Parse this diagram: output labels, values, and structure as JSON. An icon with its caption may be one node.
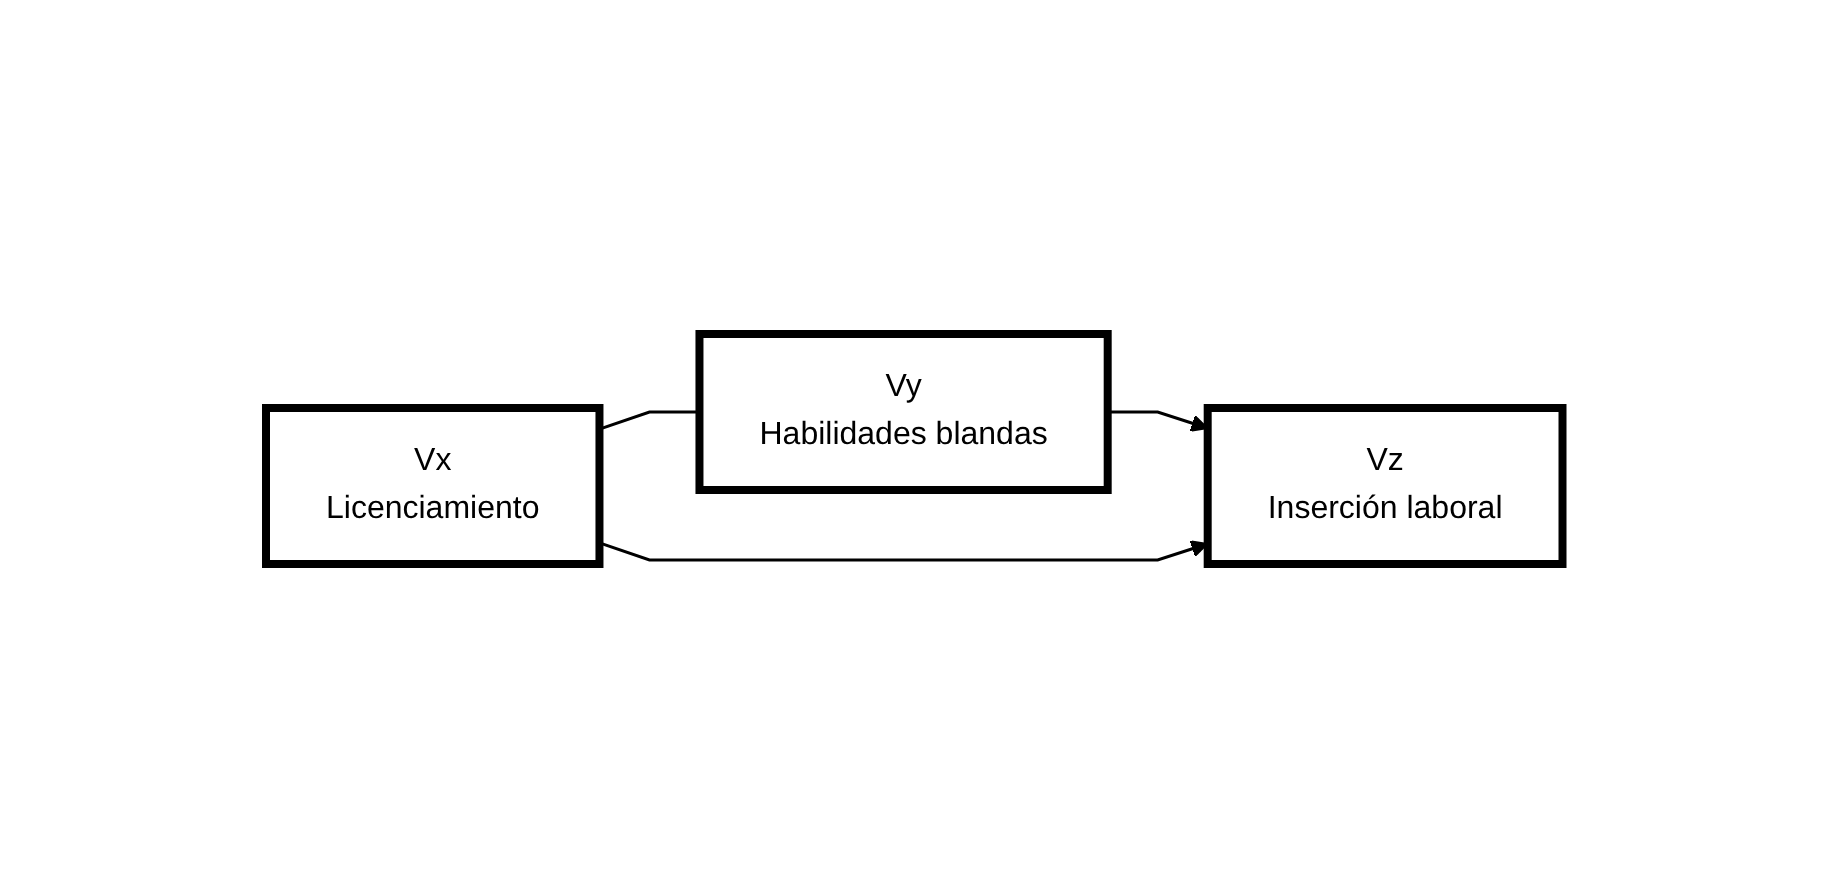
{
  "diagram": {
    "nodes": [
      {
        "text": [
          "Vx",
          "Licenciamiento"
        ]
      },
      {
        "text": [
          "Vy",
          "Habilidades blandas"
        ]
      },
      {
        "text": [
          "Vz",
          "Inserción laboral"
        ]
      }
    ],
    "edges": [
      {
        "from": 0,
        "to": 1,
        "arrow": "none"
      },
      {
        "from": 1,
        "to": 2,
        "arrow": "to"
      },
      {
        "from": 0,
        "to": 2,
        "arrow": "to"
      }
    ]
  }
}
